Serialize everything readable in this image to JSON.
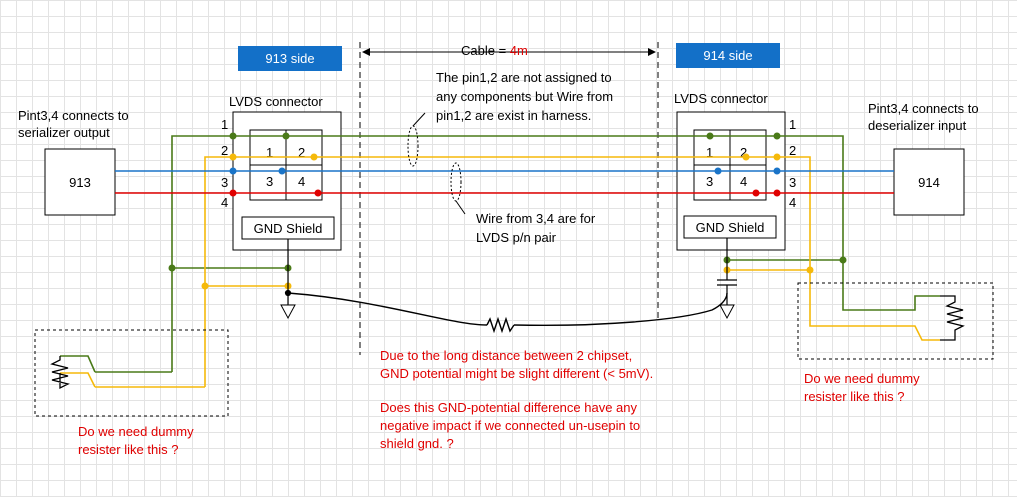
{
  "badges": {
    "left": "913 side",
    "right": "914 side"
  },
  "cable": {
    "label": "Cable = ",
    "length": "4m"
  },
  "left": {
    "note_line1": "Pint3,4 connects to",
    "note_line2": "serializer output",
    "chip": "913",
    "connector_title": "LVDS connector",
    "shield": "GND Shield",
    "dummy_line1": "Do we need dummy",
    "dummy_line2": "resister like this ?"
  },
  "right": {
    "note_line1": "Pint3,4 connects to",
    "note_line2": "deserializer input",
    "chip": "914",
    "connector_title": "LVDS connector",
    "shield": "GND Shield",
    "dummy_line1": "Do we need dummy",
    "dummy_line2": "resister like this ?"
  },
  "pins": {
    "p1": "1",
    "p2": "2",
    "p3": "3",
    "p4": "4"
  },
  "annotations": {
    "unassigned_line1": "The pin1,2 are not assigned to",
    "unassigned_line2": "any components but Wire from",
    "unassigned_line3": "pin1,2 are exist in harness.",
    "lvds_line1": "Wire from 3,4 are for",
    "lvds_line2": "LVDS p/n pair"
  },
  "question": {
    "line1": "Due to the long distance between 2 chipset,",
    "line2": "GND potential might be slight different (< 5mV).",
    "line3": "Does this GND-potential difference have any",
    "line4": "negative impact if we connected un-usepin to",
    "line5": "shield gnd. ?"
  },
  "colors": {
    "green": "#4a7a18",
    "yellow": "#f5b90a",
    "blue": "#1a74c8",
    "red": "#e00000",
    "badge": "#1370c8"
  }
}
